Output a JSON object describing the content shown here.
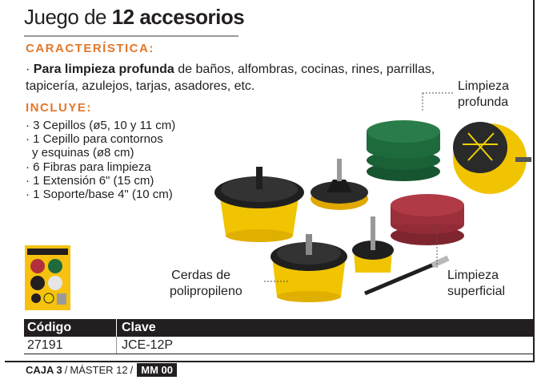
{
  "title": {
    "prefix": "Juego de",
    "bold": "12 accesorios"
  },
  "caracteristica": {
    "heading": "CARACTERÍSTICA:",
    "bold_lead": "Para limpieza profunda",
    "rest": " de baños, alfombras, cocinas, rines, parrillas, tapicería, azulejos, tarjas, asadores, etc."
  },
  "incluye": {
    "heading": "INCLUYE:",
    "items": [
      "· 3 Cepillos (ø5, 10 y 11 cm)",
      "· 1 Cepillo para contornos",
      "  y esquinas (ø8 cm)",
      "· 6 Fibras para limpieza",
      "· 1 Extensión 6\" (15 cm)",
      "· 1 Soporte/base 4\" (10 cm)"
    ]
  },
  "callouts": {
    "limpieza_profunda": [
      "Limpieza",
      "profunda"
    ],
    "cerdas": [
      "Cerdas de",
      "polipropileno"
    ],
    "limpieza_superficial": [
      "Limpieza",
      "superficial"
    ]
  },
  "table": {
    "headers": [
      "Código",
      "Clave"
    ],
    "rows": [
      [
        "27191",
        "JCE-12P"
      ]
    ]
  },
  "footer": {
    "caja": "CAJA 3",
    "sep1": "/",
    "master": "MÁSTER 12",
    "sep2": "/",
    "mm": "MM 00"
  },
  "colors": {
    "accent": "#e2782b",
    "ink": "#231f20",
    "green_pad": "#1f6b3e",
    "red_pad": "#a8323c",
    "bristle": "#f2c400"
  }
}
